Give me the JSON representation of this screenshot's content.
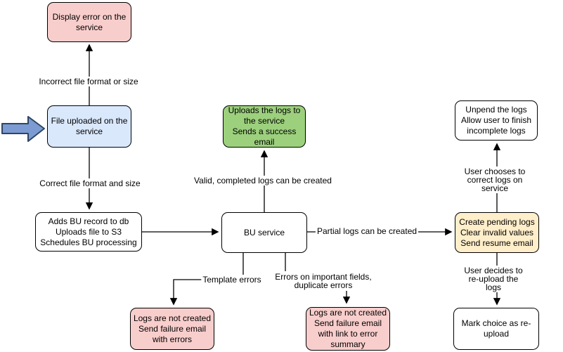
{
  "diagram": {
    "nodes": {
      "display_error": {
        "text": "Display error on the\nservice",
        "fill": "#F8CECC"
      },
      "file_uploaded": {
        "text": "File uploaded on the\nservice",
        "fill": "#DAE8FC"
      },
      "adds_bu": {
        "text": "Adds BU record to db\nUploads file to S3\nSchedules BU processing",
        "fill": "#FFFFFF"
      },
      "bu_service": {
        "text": "BU service",
        "fill": "#FFFFFF"
      },
      "success_email": {
        "text": "Uploads the logs to\nthe service\nSends a success\nemail",
        "fill": "#9CD07D"
      },
      "unpend_logs": {
        "text": "Unpend the logs\nAllow user to finish\nincomplete logs",
        "fill": "#FFFFFF"
      },
      "create_pending": {
        "text": "Create pending logs\nClear invalid values\nSend resume email",
        "fill": "#FFEECA"
      },
      "mark_choice": {
        "text": "Mark choice as re-\nupload",
        "fill": "#FFFFFF"
      },
      "fail_errors": {
        "text": "Logs are not created\nSend failure email\nwith errors",
        "fill": "#F8CECC"
      },
      "fail_summary": {
        "text": "Logs are not created\nSend failure email\nwith link to error\nsummary",
        "fill": "#F8CECC"
      }
    },
    "edge_labels": {
      "incorrect": "Incorrect file format or size",
      "correct": "Correct file format and size",
      "valid": "Valid, completed logs can be created",
      "partial": "Partial logs can be created",
      "template": "Template errors",
      "errors_fields": "Errors on important fields,\nduplicate errors",
      "user_correct": "User chooses to correct logs on service",
      "user_reupload": "User decides to re-upload the logs"
    },
    "colors": {
      "node_stroke": "#000000",
      "edge_stroke": "#000000",
      "pink": "#F8CECC",
      "blue": "#DAE8FC",
      "green": "#9CD07D",
      "yellow": "#FFEECA",
      "input_arrow_fill": "#7B9BD2",
      "input_arrow_stroke": "#2F4562"
    }
  }
}
